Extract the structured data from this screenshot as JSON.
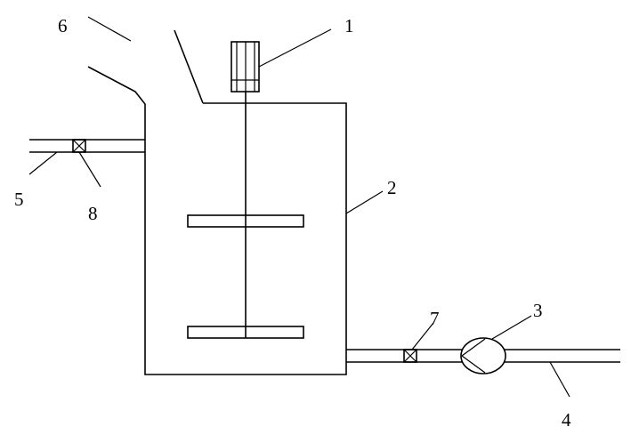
{
  "labels": {
    "motor": "1",
    "tank": "2",
    "pump": "3",
    "outlet_pipe": "4",
    "inlet_pipe": "5",
    "hopper": "6",
    "outlet_valve": "7",
    "inlet_valve": "8"
  }
}
